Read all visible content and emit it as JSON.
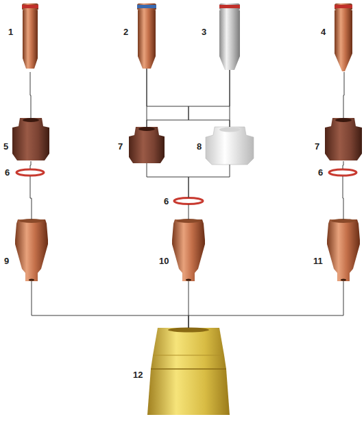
{
  "diagram": {
    "nodes": [
      {
        "text": [
          "1"
        ]
      },
      {
        "text": [
          "2"
        ]
      },
      {
        "text": [
          "3"
        ]
      },
      {
        "text": [
          "4"
        ]
      },
      {
        "text": [
          "5"
        ]
      },
      {
        "text": [
          "7"
        ]
      },
      {
        "text": [
          "8"
        ]
      },
      {
        "text": [
          "7"
        ]
      },
      {
        "text": [
          "6"
        ]
      },
      {
        "text": [
          "6"
        ]
      },
      {
        "text": [
          "6"
        ]
      },
      {
        "text": [
          "9"
        ]
      },
      {
        "text": [
          "10"
        ]
      },
      {
        "text": [
          "11"
        ]
      },
      {
        "text": [
          "12"
        ]
      }
    ],
    "edges": [
      {
        "from": 0,
        "to": 4,
        "arrow": "none"
      },
      {
        "from": 4,
        "to": 8,
        "arrow": "none"
      },
      {
        "from": 8,
        "to": 11,
        "arrow": "none"
      },
      {
        "from": 11,
        "to": 14,
        "arrow": "none"
      },
      {
        "from": 1,
        "to": 5,
        "arrow": "none"
      },
      {
        "from": 1,
        "to": 6,
        "arrow": "none"
      },
      {
        "from": 2,
        "to": 5,
        "arrow": "none"
      },
      {
        "from": 2,
        "to": 6,
        "arrow": "none"
      },
      {
        "from": 5,
        "to": 9,
        "arrow": "none"
      },
      {
        "from": 6,
        "to": 9,
        "arrow": "none"
      },
      {
        "from": 9,
        "to": 12,
        "arrow": "none"
      },
      {
        "from": 12,
        "to": 14,
        "arrow": "none"
      },
      {
        "from": 3,
        "to": 7,
        "arrow": "none"
      },
      {
        "from": 7,
        "to": 10,
        "arrow": "none"
      },
      {
        "from": 10,
        "to": 13,
        "arrow": "none"
      },
      {
        "from": 13,
        "to": 14,
        "arrow": "none"
      }
    ]
  }
}
